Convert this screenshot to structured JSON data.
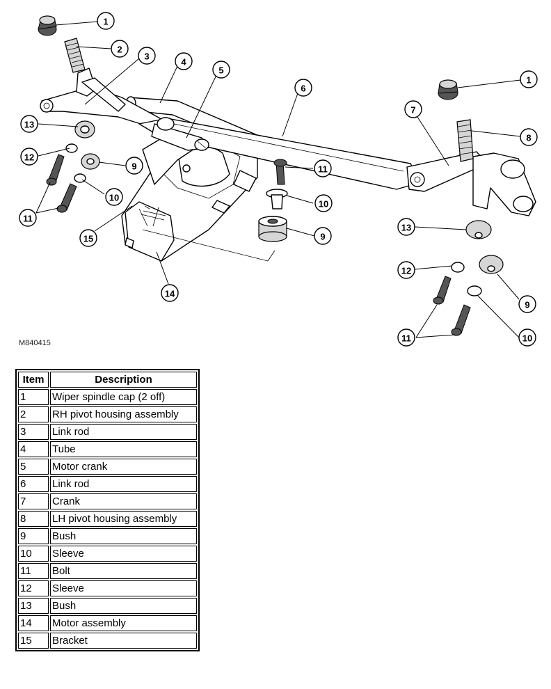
{
  "figure": {
    "code": "M840415",
    "callouts": [
      {
        "id": "c1a",
        "label": "1"
      },
      {
        "id": "c2",
        "label": "2"
      },
      {
        "id": "c3",
        "label": "3"
      },
      {
        "id": "c4",
        "label": "4"
      },
      {
        "id": "c5",
        "label": "5"
      },
      {
        "id": "c6",
        "label": "6"
      },
      {
        "id": "c1b",
        "label": "1"
      },
      {
        "id": "c7",
        "label": "7"
      },
      {
        "id": "c8",
        "label": "8"
      },
      {
        "id": "c13a",
        "label": "13"
      },
      {
        "id": "c12a",
        "label": "12"
      },
      {
        "id": "c9a",
        "label": "9"
      },
      {
        "id": "c11a",
        "label": "11"
      },
      {
        "id": "c10a",
        "label": "10"
      },
      {
        "id": "c11b",
        "label": "11"
      },
      {
        "id": "c15",
        "label": "15"
      },
      {
        "id": "c14",
        "label": "14"
      },
      {
        "id": "c11c",
        "label": "11"
      },
      {
        "id": "c10b",
        "label": "10"
      },
      {
        "id": "c9b",
        "label": "9"
      },
      {
        "id": "c13b",
        "label": "13"
      },
      {
        "id": "c12b",
        "label": "12"
      },
      {
        "id": "c9c",
        "label": "9"
      },
      {
        "id": "c11d",
        "label": "11"
      },
      {
        "id": "c10c",
        "label": "10"
      }
    ]
  },
  "table": {
    "header_item": "Item",
    "header_description": "Description",
    "rows": [
      {
        "item": "1",
        "description": "Wiper spindle cap (2 off)"
      },
      {
        "item": "2",
        "description": "RH pivot housing assembly"
      },
      {
        "item": "3",
        "description": "Link rod"
      },
      {
        "item": "4",
        "description": "Tube"
      },
      {
        "item": "5",
        "description": "Motor crank"
      },
      {
        "item": "6",
        "description": "Link rod"
      },
      {
        "item": "7",
        "description": "Crank"
      },
      {
        "item": "8",
        "description": "LH pivot housing assembly"
      },
      {
        "item": "9",
        "description": "Bush"
      },
      {
        "item": "10",
        "description": "Sleeve"
      },
      {
        "item": "11",
        "description": "Bolt"
      },
      {
        "item": "12",
        "description": "Sleeve"
      },
      {
        "item": "13",
        "description": "Bush"
      },
      {
        "item": "14",
        "description": "Motor assembly"
      },
      {
        "item": "15",
        "description": "Bracket"
      }
    ]
  }
}
